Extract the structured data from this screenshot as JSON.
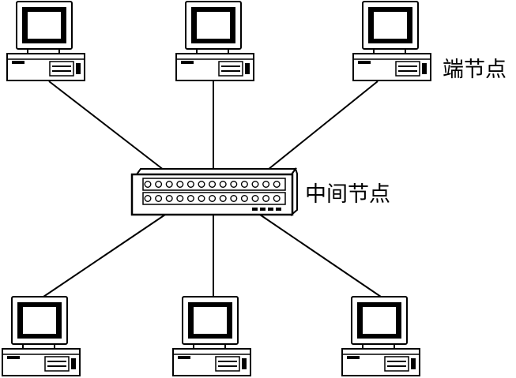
{
  "labels": {
    "end_node": "端节点",
    "middle_node": "中间节点"
  },
  "nodes": {
    "center": {
      "type": "switch",
      "name": "中间节点",
      "port_rows": 2,
      "ports_per_row": 13
    },
    "terminals": [
      {
        "id": "terminal-top-left",
        "type": "computer"
      },
      {
        "id": "terminal-top-center",
        "type": "computer"
      },
      {
        "id": "terminal-top-right",
        "type": "computer",
        "label": "端节点"
      },
      {
        "id": "terminal-bottom-left",
        "type": "computer"
      },
      {
        "id": "terminal-bottom-center",
        "type": "computer"
      },
      {
        "id": "terminal-bottom-right",
        "type": "computer"
      }
    ]
  },
  "edges": [
    {
      "from": "center",
      "to": "terminal-top-left"
    },
    {
      "from": "center",
      "to": "terminal-top-center"
    },
    {
      "from": "center",
      "to": "terminal-top-right"
    },
    {
      "from": "center",
      "to": "terminal-bottom-left"
    },
    {
      "from": "center",
      "to": "terminal-bottom-center"
    },
    {
      "from": "center",
      "to": "terminal-bottom-right"
    }
  ],
  "colors": {
    "stroke": "#000000",
    "background": "#ffffff"
  }
}
